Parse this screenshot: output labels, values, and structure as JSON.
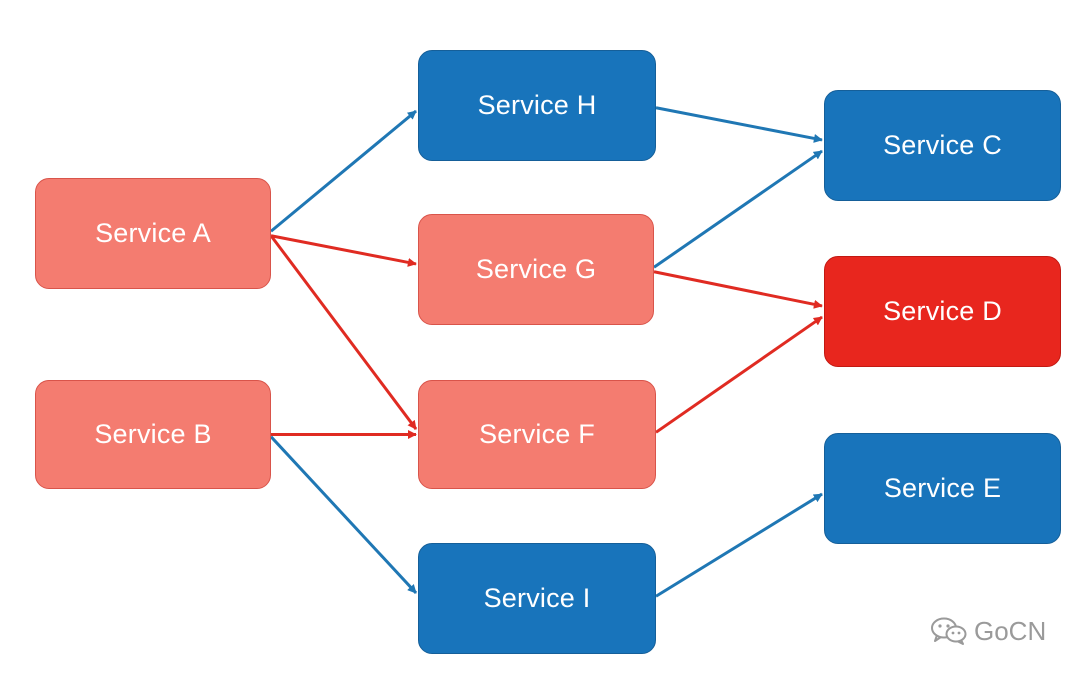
{
  "nodes": {
    "A": {
      "label": "Service A",
      "status": "affected"
    },
    "B": {
      "label": "Service B",
      "status": "affected"
    },
    "H": {
      "label": "Service H",
      "status": "normal"
    },
    "G": {
      "label": "Service G",
      "status": "affected"
    },
    "F": {
      "label": "Service F",
      "status": "affected"
    },
    "I": {
      "label": "Service I",
      "status": "normal"
    },
    "C": {
      "label": "Service C",
      "status": "normal"
    },
    "D": {
      "label": "Service D",
      "status": "failed"
    },
    "E": {
      "label": "Service E",
      "status": "normal"
    }
  },
  "edges": [
    {
      "from": "A",
      "to": "H",
      "color": "blue"
    },
    {
      "from": "A",
      "to": "G",
      "color": "red"
    },
    {
      "from": "A",
      "to": "F",
      "color": "red"
    },
    {
      "from": "B",
      "to": "F",
      "color": "red"
    },
    {
      "from": "B",
      "to": "I",
      "color": "blue"
    },
    {
      "from": "H",
      "to": "C",
      "color": "blue"
    },
    {
      "from": "G",
      "to": "C",
      "color": "blue"
    },
    {
      "from": "G",
      "to": "D",
      "color": "red"
    },
    {
      "from": "F",
      "to": "D",
      "color": "red"
    },
    {
      "from": "I",
      "to": "E",
      "color": "blue"
    }
  ],
  "colors": {
    "normal": "#1874bb",
    "affected": "#f47c70",
    "failed": "#e8261e",
    "edge_blue": "#1f77b4",
    "edge_red": "#e02b22"
  },
  "watermark": {
    "text": "GoCN",
    "icon": "wechat-icon"
  }
}
